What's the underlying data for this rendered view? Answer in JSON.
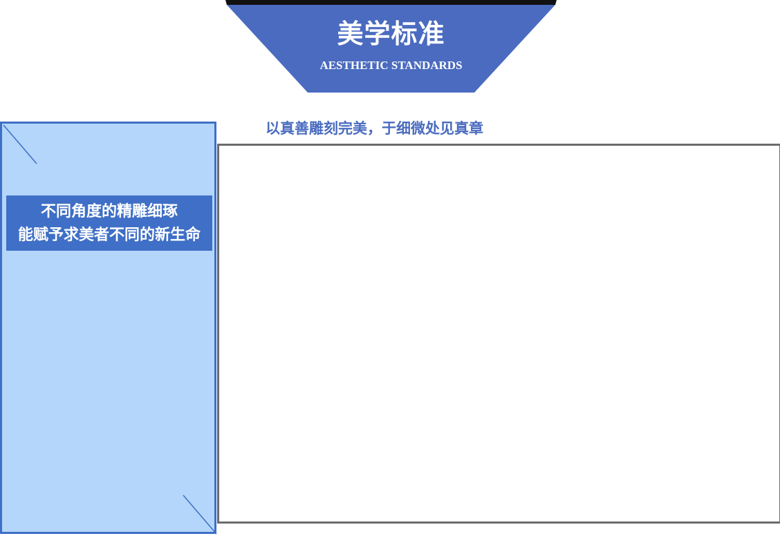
{
  "banner": {
    "title": "美学标准",
    "subtitle": "AESTHETIC STANDARDS"
  },
  "tagline": "以真善雕刻完美，于细微处见真章",
  "side_panel": {
    "caption_line_1": "不同角度的精雕细琢",
    "caption_line_2": "能赋予求美者不同的新生命"
  },
  "colors": {
    "banner_fill": "#4a6bbf",
    "banner_top_bar": "#111111",
    "tagline": "#4a6bbf",
    "panel_fill": "#b3d6fa",
    "panel_border": "#3f6fc6",
    "caption_fill": "#3f6fc6",
    "frame_border": "#6b6b6b"
  }
}
